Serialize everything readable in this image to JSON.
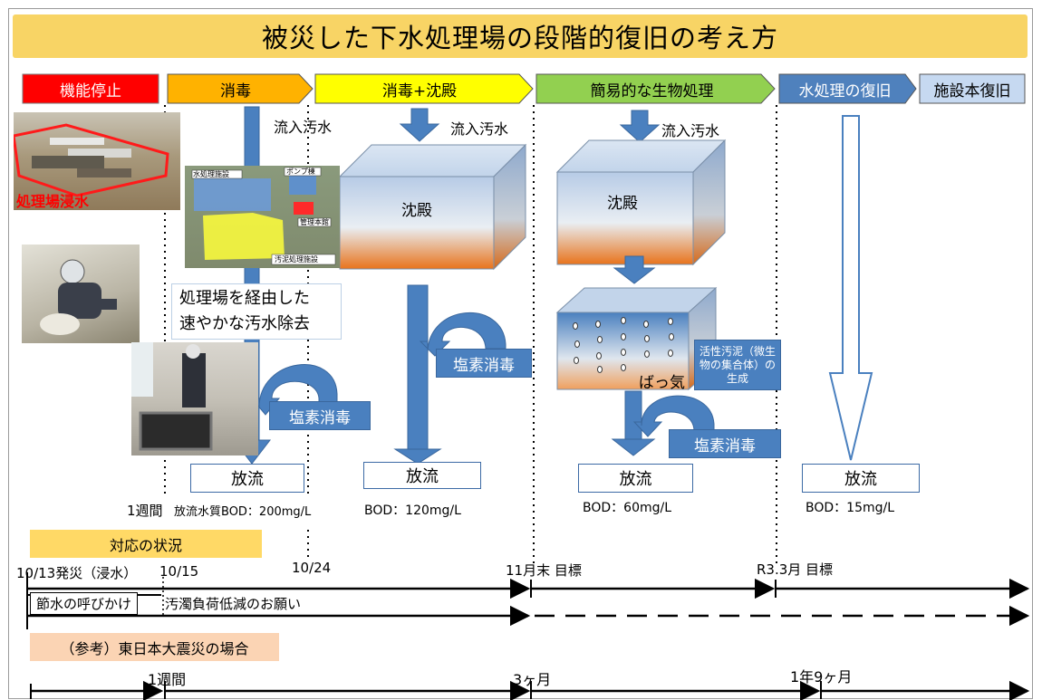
{
  "title": "被災した下水処理場の段階的復旧の考え方",
  "stages": {
    "stop": "機能停止",
    "disinfection": "消毒",
    "disinfection_sedimentation": "消毒+沈殿",
    "simple_bio": "簡易的な生物処理",
    "water_restore": "水処理の復旧",
    "facility_restore": "施設本復旧"
  },
  "colors": {
    "stop": "#ff0000",
    "disinfection": "#ffb200",
    "disinfection_sedimentation": "#ffff00",
    "simple_bio": "#92d050",
    "water_restore": "#4f81bd",
    "facility_restore": "#c6d9f1",
    "title_bg": "#f8d465",
    "arrow_blue": "#4a80bf"
  },
  "labels": {
    "inflow": "流入汚水",
    "sedimentation": "沈殿",
    "chlorine": "塩素消毒",
    "discharge": "放流",
    "aeration": "ばっ気",
    "activated_sludge": "活性汚泥（微生物の集合体）の生成",
    "flooded": "処理場浸水",
    "note_line1": "処理場を経由した",
    "note_line2": "速やかな汚水除去",
    "photo_labels": {
      "water_treatment": "水処理施設",
      "pump": "ポンプ棟",
      "admin": "管理本館",
      "sludge": "汚泥処理施設"
    }
  },
  "bod": {
    "one_week": "1週間",
    "disinfection": "放流水質BOD：200mg/L",
    "sedimentation": "BOD：120mg/L",
    "bio": "BOD：60mg/L",
    "restore": "BOD：15mg/L"
  },
  "timeline": {
    "header": "対応の状況",
    "d1": "10/13発災（浸水）",
    "d2": "10/15",
    "d3": "10/24",
    "d4": "11月末 目標",
    "d5": "R3.3月 目標",
    "req1": "節水の呼びかけ",
    "req2": "汚濁負荷低減のお願い",
    "ref_header": "（参考）東日本大震災の場合",
    "r1": "1週間",
    "r2": "3ヶ月",
    "r3": "1年9ヶ月"
  }
}
